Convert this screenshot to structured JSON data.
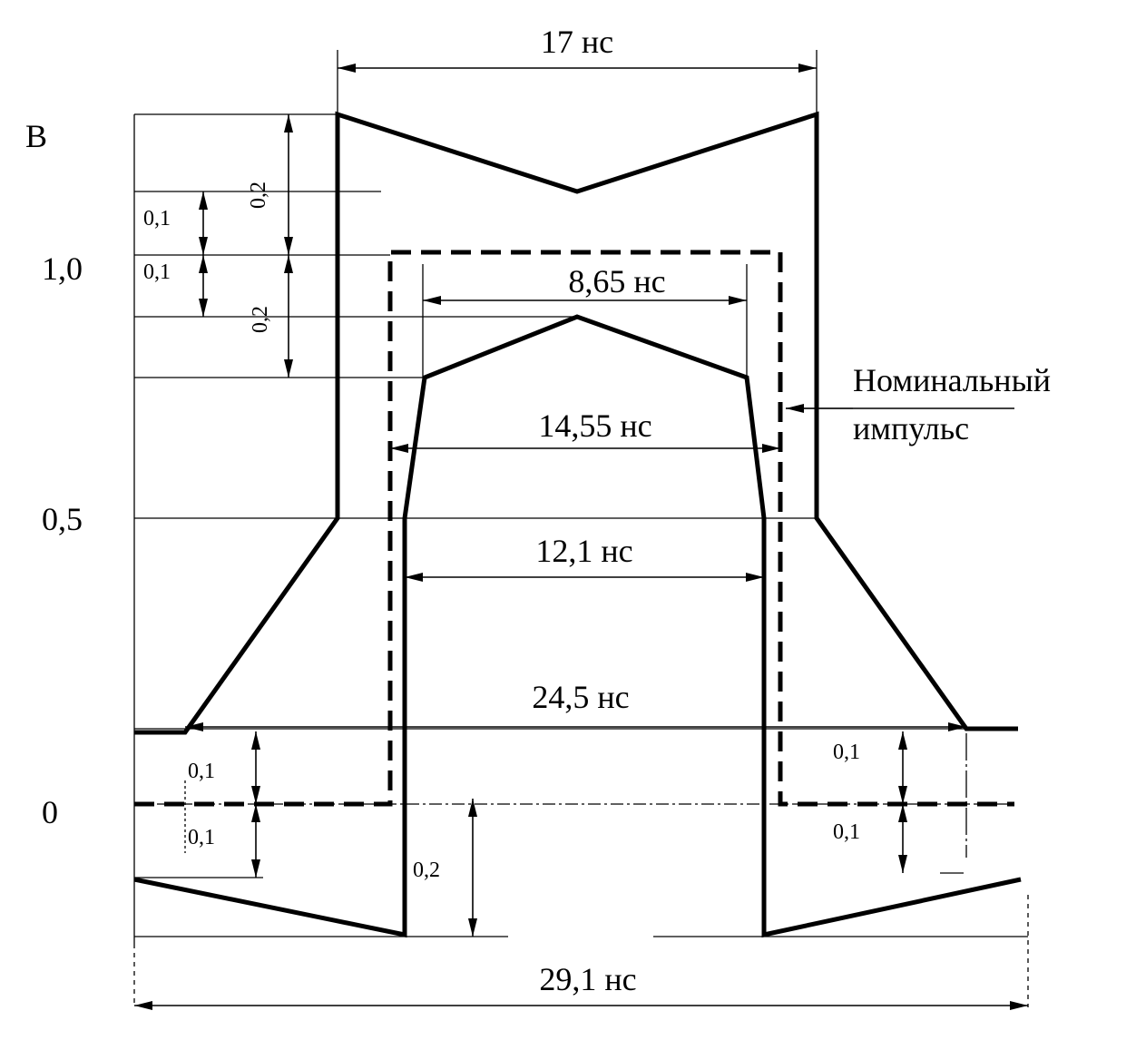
{
  "axis": {
    "unit": "В",
    "levels": [
      "1,0",
      "0,5",
      "0"
    ]
  },
  "dimensions": {
    "top_width": "17 нс",
    "inner_top_width": "8,65  нс",
    "nominal_width": "14,55 нс",
    "inner_mid_width": "12,1 нс",
    "outer_low_width": "24,5 нс",
    "total_width": "29,1 нс"
  },
  "tolerances": {
    "upper_a": "0,1",
    "upper_b": "0,1",
    "upper_c": "0,2",
    "upper_d": "0,2",
    "left_a": "0,1",
    "left_b": "0,1",
    "right_a": "0,1",
    "right_b": "0,1",
    "bottom_center": "0,2"
  },
  "annotation": {
    "line1": "Номинальный",
    "line2": "импульс"
  }
}
